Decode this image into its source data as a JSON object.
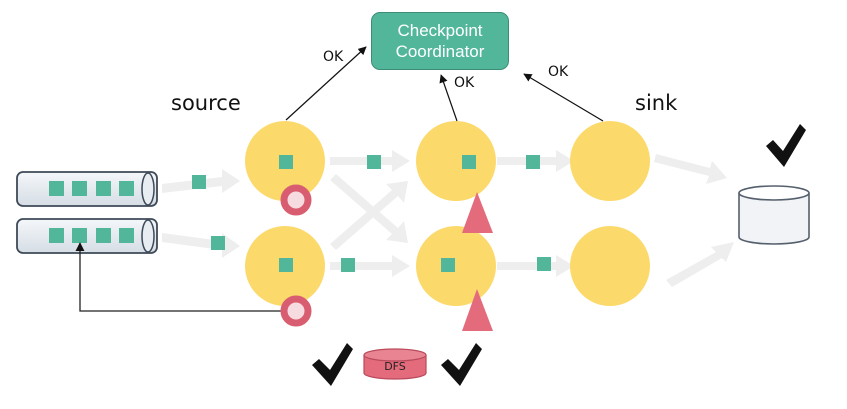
{
  "coordinator": {
    "line1": "Checkpoint",
    "line2": "Coordinator"
  },
  "labels": {
    "source": "source",
    "sink": "sink",
    "dfs": "DFS"
  },
  "acks": [
    "OK",
    "OK",
    "OK"
  ],
  "colors": {
    "operator": "#fcd96b",
    "record": "#52b79a",
    "coordinator": "#52b79a",
    "barrier": "#e36b7c",
    "stream_arrow": "#eeeeee",
    "storage": "#e36b7c",
    "queue_body": "#e4e9ef"
  }
}
